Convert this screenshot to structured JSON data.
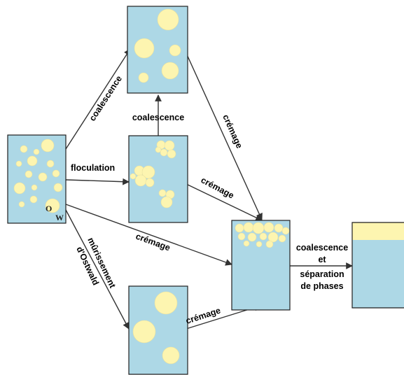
{
  "labels": {
    "coalescence_diag": "coalescence",
    "coalescence_vert": "coalescence",
    "floculation": "floculation",
    "cremage_top": "crémage",
    "cremage_mid": "crémage",
    "cremage_left": "crémage",
    "cremage_bottom": "crémage",
    "murissement_1": "mûrissement",
    "murissement_2": "d'Ostwald",
    "final_1": "coalescence",
    "final_2": "et",
    "final_3": "séparation",
    "final_4": "de phases"
  },
  "phase_labels": {
    "oil": "O",
    "water": "W"
  },
  "colors": {
    "water": "#add8e6",
    "oil": "#fdf5b0",
    "arrow": "#333333"
  }
}
